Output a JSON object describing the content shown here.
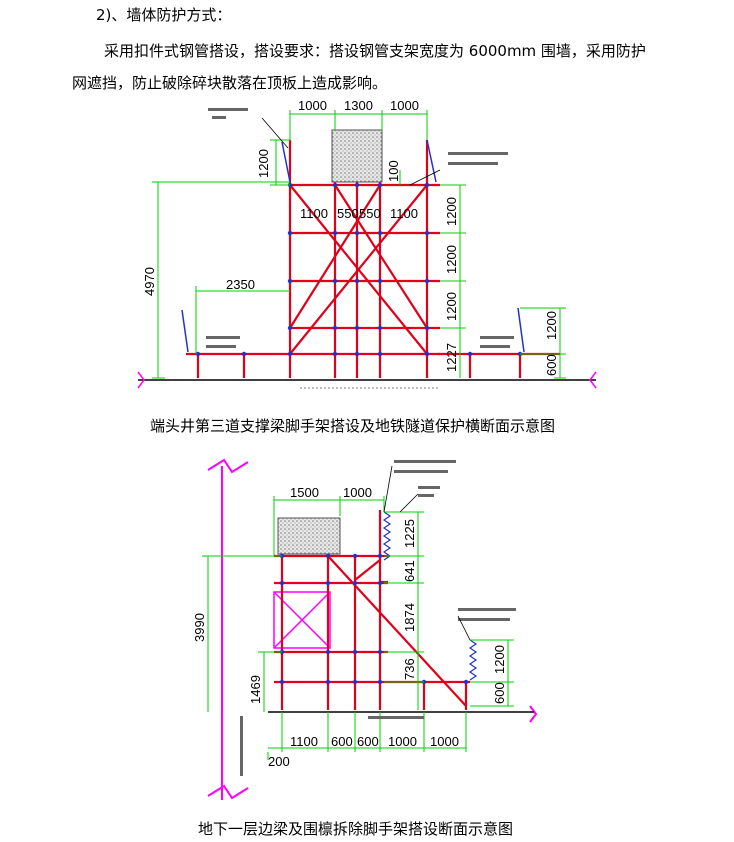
{
  "text": {
    "heading": "2)、墙体防护方式：",
    "para_line1": "采用扣件式钢管搭设，搭设要求：搭设钢管支架宽度为 6000mm 围墙，采用防护",
    "para_line2": "网遮挡，防止破除碎块散落在顶板上造成影响。"
  },
  "figure1": {
    "caption": "端头井第三道支撑梁脚手架搭设及地铁隧道保护横断面示意图",
    "dims": {
      "top_left": "1000",
      "top_mid": "1300",
      "top_right": "1000",
      "left_guard": "1200",
      "guard_gap": "100",
      "inner_1": "1100",
      "inner_2": "550",
      "inner_3": "550",
      "inner_4": "1100",
      "right_1": "1200",
      "right_2": "1200",
      "right_3": "1200",
      "right_4": "1227",
      "total_height": "4970",
      "side_width": "2350",
      "small_right_1": "1200",
      "small_right_2": "600"
    }
  },
  "figure2": {
    "caption": "地下一层边梁及围檩拆除脚手架搭设断面示意图",
    "dims": {
      "top_1": "1500",
      "top_2": "1000",
      "right_1": "1225",
      "right_2": "641",
      "right_3": "1874",
      "right_4": "736",
      "side_1": "1200",
      "side_2": "600",
      "total_height": "3990",
      "lower_height": "1469",
      "bottom_1": "1100",
      "bottom_2": "600",
      "bottom_3": "600",
      "bottom_4": "1000",
      "bottom_5": "1000",
      "offset": "200"
    }
  }
}
